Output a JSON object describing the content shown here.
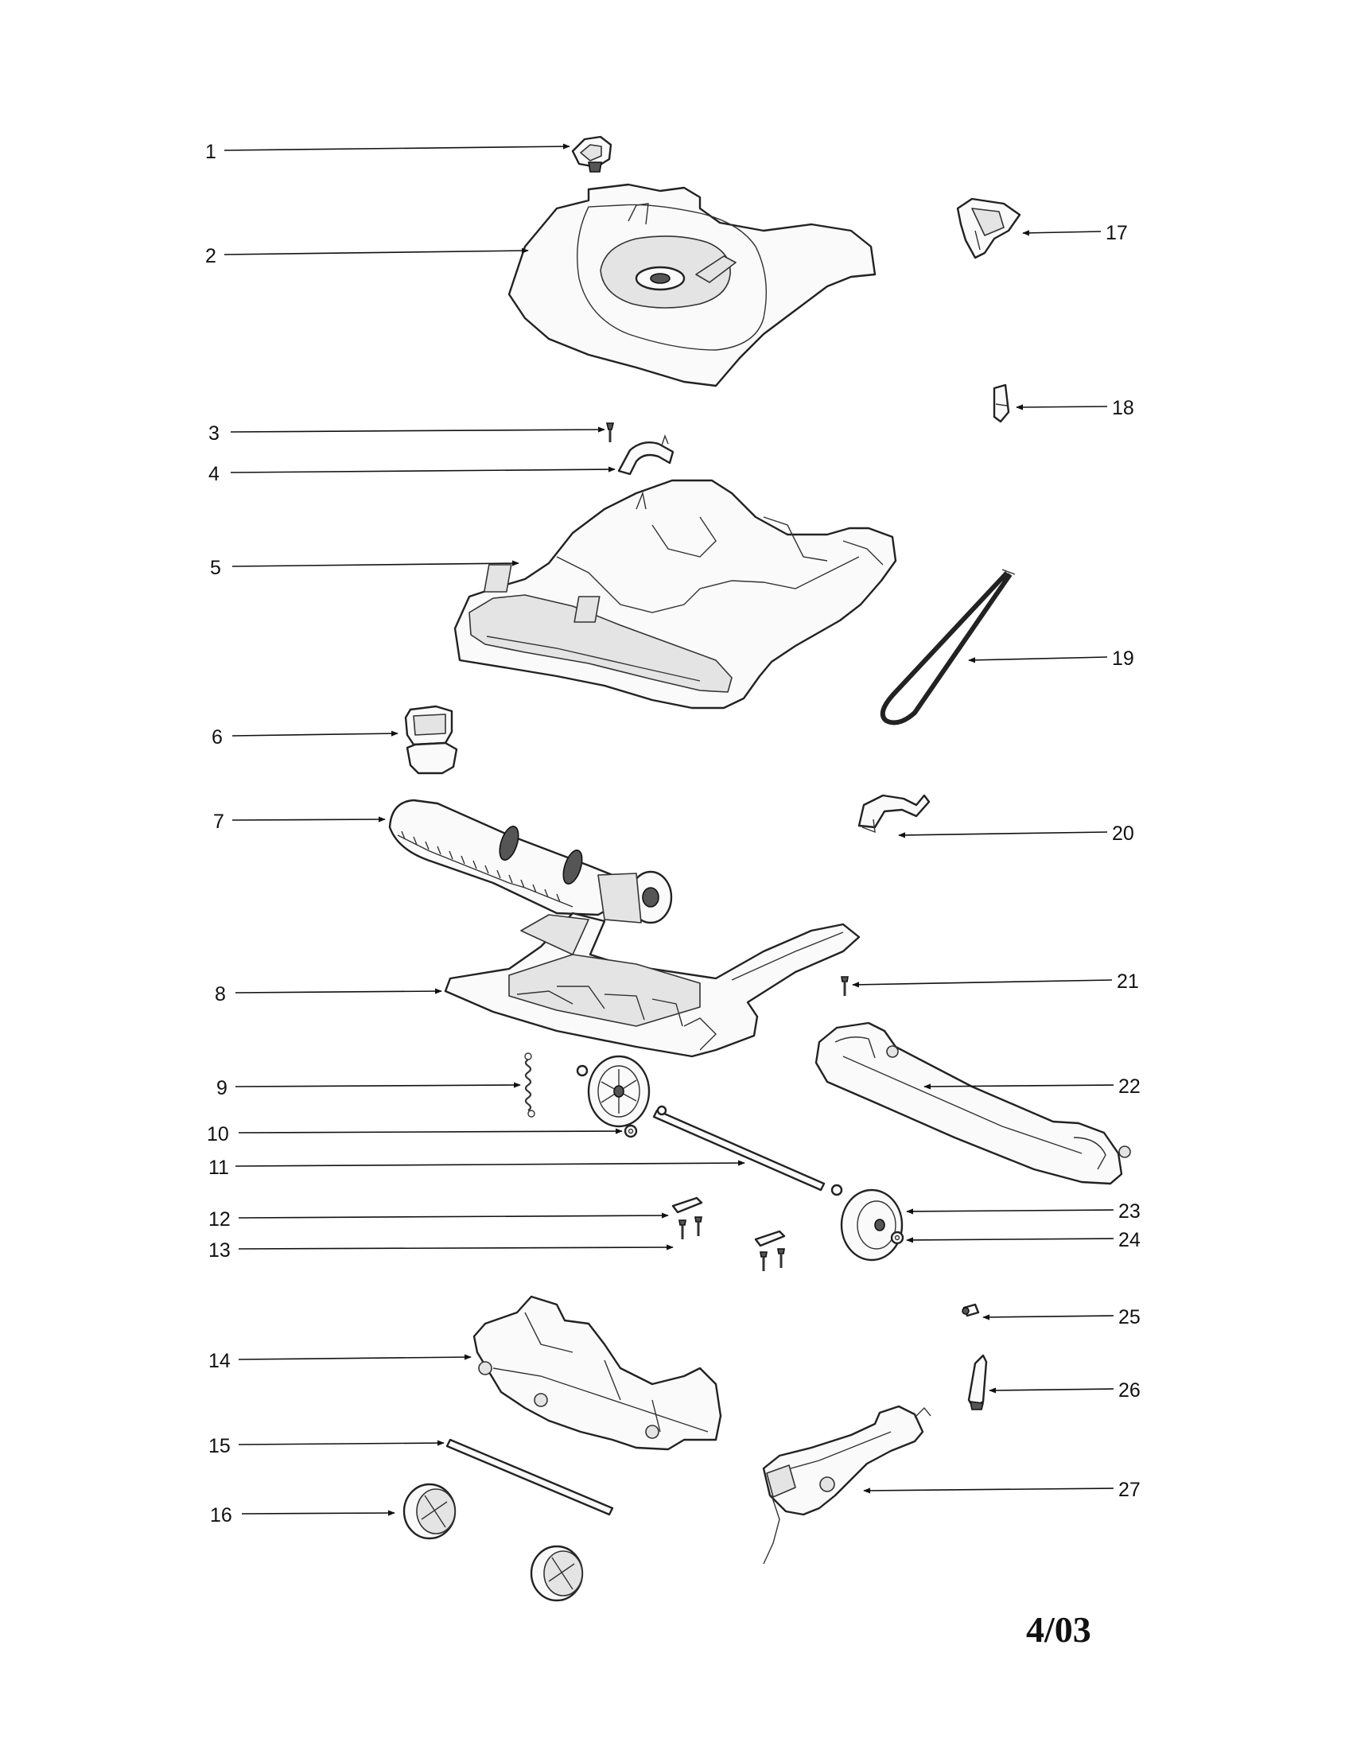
{
  "callouts": [
    {
      "num": "1"
    },
    {
      "num": "2"
    },
    {
      "num": "3"
    },
    {
      "num": "4"
    },
    {
      "num": "5"
    },
    {
      "num": "6"
    },
    {
      "num": "7"
    },
    {
      "num": "8"
    },
    {
      "num": "9"
    },
    {
      "num": "10"
    },
    {
      "num": "11"
    },
    {
      "num": "12"
    },
    {
      "num": "13"
    },
    {
      "num": "14"
    },
    {
      "num": "15"
    },
    {
      "num": "16"
    },
    {
      "num": "17"
    },
    {
      "num": "18"
    },
    {
      "num": "19"
    },
    {
      "num": "20"
    },
    {
      "num": "21"
    },
    {
      "num": "22"
    },
    {
      "num": "23"
    },
    {
      "num": "24"
    },
    {
      "num": "25"
    },
    {
      "num": "26"
    },
    {
      "num": "27"
    }
  ],
  "page_code": "4/03"
}
